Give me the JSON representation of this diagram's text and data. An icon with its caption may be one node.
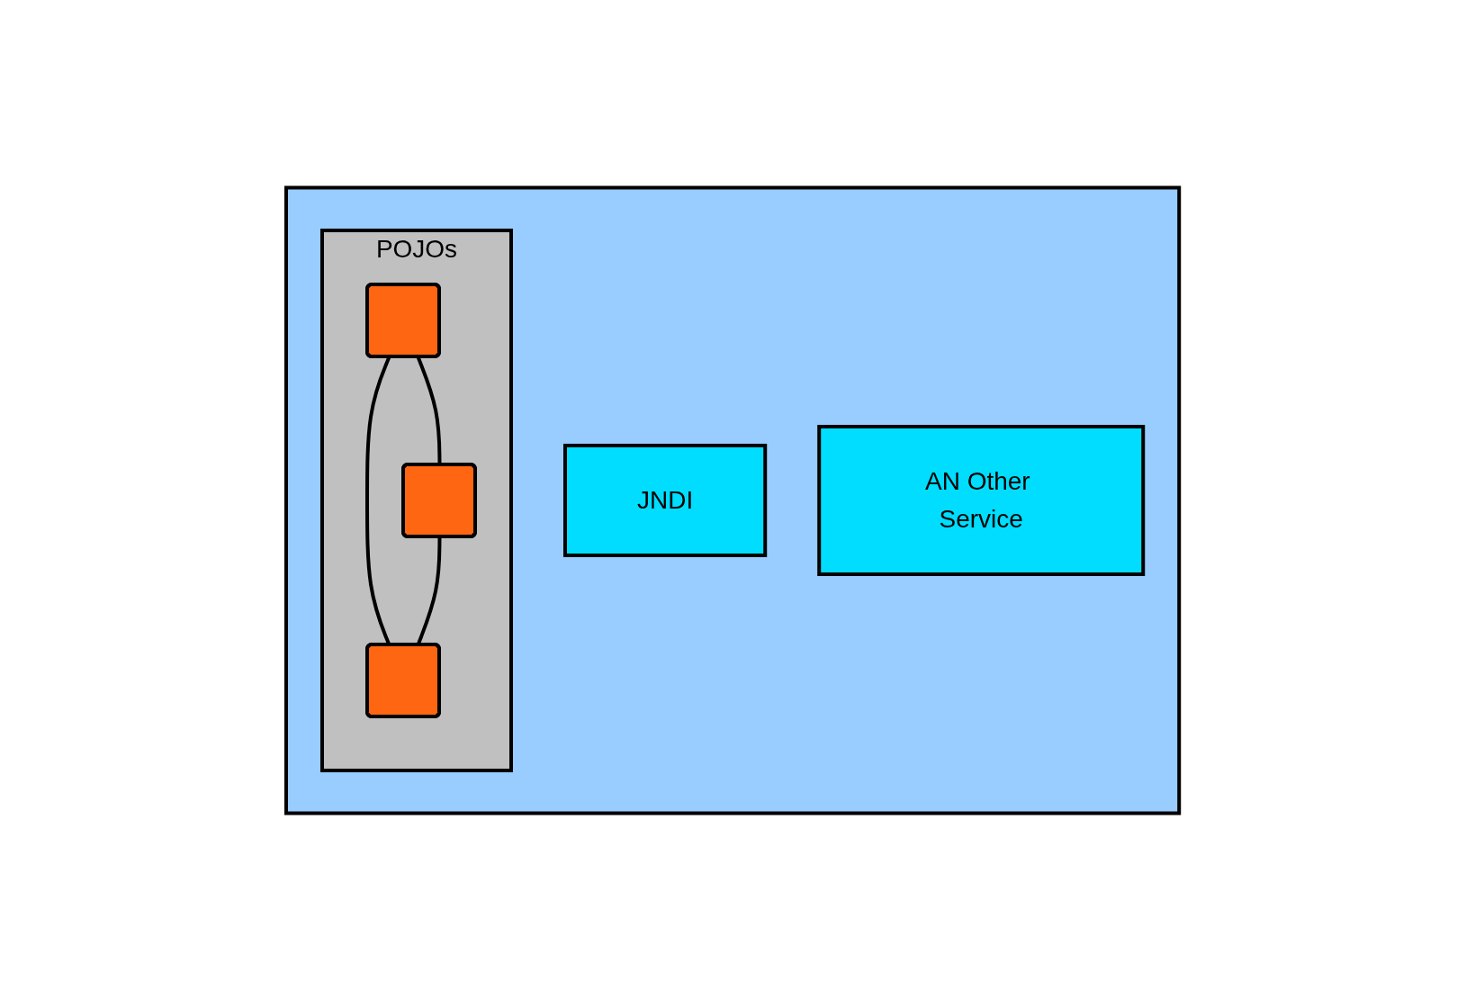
{
  "diagram": {
    "nodes": [
      {
        "text": [],
        "shape": "box"
      },
      {
        "text": [
          "JNDI"
        ],
        "in": 0
      },
      {
        "text": [
          "AN Other Service"
        ],
        "in": 0
      },
      {
        "text": [
          "POJOs"
        ],
        "in": 0
      },
      {
        "text": [],
        "shape": "box",
        "in": 3
      },
      {
        "text": [],
        "shape": "box",
        "in": 3
      },
      {
        "text": [],
        "shape": "box",
        "in": 3
      }
    ],
    "edges": [
      {
        "from": 4,
        "to": 6,
        "arrow": "none"
      },
      {
        "from": 4,
        "to": 5,
        "arrow": "none"
      },
      {
        "from": 5,
        "to": 6,
        "arrow": "none"
      }
    ]
  }
}
